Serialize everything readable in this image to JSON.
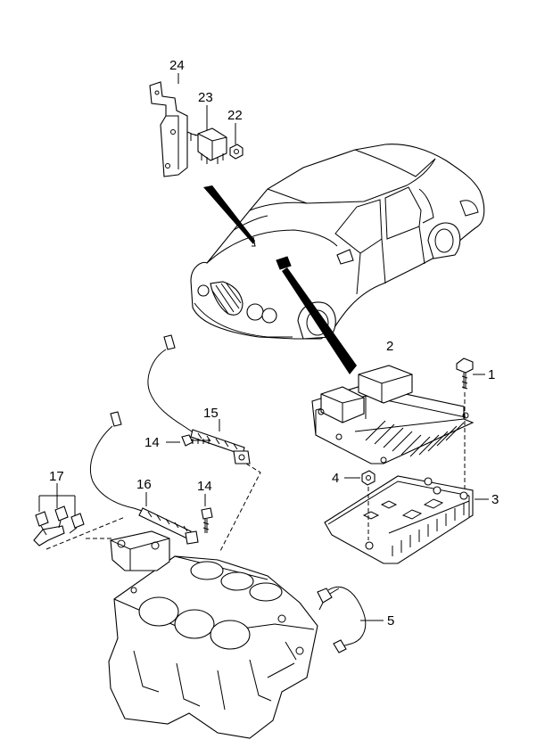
{
  "diagram": {
    "part_numbers": {
      "ecu_bracket": "24",
      "relay": "23",
      "nut_relay": "22",
      "ecu_mounting_bolt": "1",
      "ecu": "2",
      "ecu_bracket_tray": "3",
      "nut_tray": "4",
      "oxygen_sensor": "5",
      "knock_sensor_front": "15",
      "bolt_knock_front": "14",
      "knock_sensor_rear": "16",
      "bolt_knock_rear": "14",
      "sensor_clip": "17"
    }
  }
}
